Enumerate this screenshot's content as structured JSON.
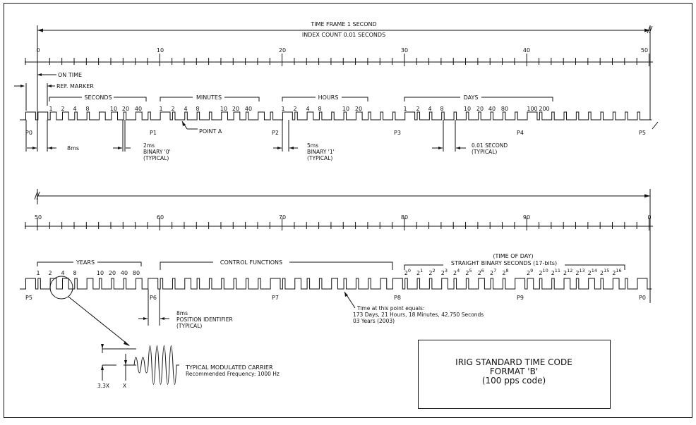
{
  "top": {
    "time_frame": "TIME FRAME   1 SECOND",
    "index_count": "INDEX COUNT   0.01 SECONDS",
    "axis_labels": [
      "0",
      "10",
      "20",
      "30",
      "40",
      "50"
    ],
    "on_time": "ON TIME",
    "ref_marker": "REF. MARKER",
    "groups": {
      "seconds": {
        "title": "SECONDS",
        "weights": [
          "1",
          "2",
          "4",
          "8",
          "10",
          "20",
          "40"
        ]
      },
      "minutes": {
        "title": "MINUTES",
        "weights": [
          "1",
          "2",
          "4",
          "8",
          "10",
          "20",
          "40"
        ]
      },
      "hours": {
        "title": "HOURS",
        "weights": [
          "1",
          "2",
          "4",
          "8",
          "10",
          "20"
        ]
      },
      "days": {
        "title": "DAYS",
        "weights": [
          "1",
          "2",
          "4",
          "8",
          "10",
          "20",
          "40",
          "80",
          "100",
          "200"
        ]
      }
    },
    "markers": [
      "P0",
      "P1",
      "P2",
      "P3",
      "P4",
      "P5"
    ],
    "point_a": "POINT A",
    "dim_8ms": "8ms",
    "binary0": [
      "2ms",
      "BINARY '0'",
      "(TYPICAL)"
    ],
    "binary1": [
      "5ms",
      "BINARY '1'",
      "(TYPICAL)"
    ],
    "second01": [
      "0.01 SECOND",
      "(TYPICAL)"
    ]
  },
  "bottom": {
    "axis_labels": [
      "50",
      "60",
      "70",
      "80",
      "90",
      "0"
    ],
    "years": {
      "title": "YEARS",
      "weights": [
        "1",
        "2",
        "4",
        "8",
        "10",
        "20",
        "40",
        "80"
      ]
    },
    "control_functions": "CONTROL FUNCTIONS",
    "time_of_day": "(TIME OF DAY)",
    "sbs_title": "STRAIGHT BINARY SECONDS (17-bits)",
    "sbs_exponents": [
      "0",
      "1",
      "2",
      "3",
      "4",
      "5",
      "6",
      "7",
      "8",
      "9",
      "10",
      "11",
      "12",
      "13",
      "14",
      "15",
      "16"
    ],
    "markers": [
      "P5",
      "P6",
      "P7",
      "P8",
      "P9",
      "P0"
    ],
    "position_identifier": [
      "8ms",
      "POSITION IDENTIFIER",
      "(TYPICAL)"
    ],
    "time_note": [
      "Time at this point equals:",
      "173 Days, 21 Hours, 18 Minutes, 42.750 Seconds",
      "03 Years (2003)"
    ],
    "carrier": [
      "TYPICAL MODULATED CARRIER",
      "Recommended Frequency: 1000 Hz"
    ],
    "amp_labels": [
      "3.3X",
      "X"
    ]
  },
  "title_box": {
    "line1": "IRIG STANDARD TIME CODE",
    "line2": "FORMAT 'B'",
    "line3": "(100 pps code)"
  }
}
